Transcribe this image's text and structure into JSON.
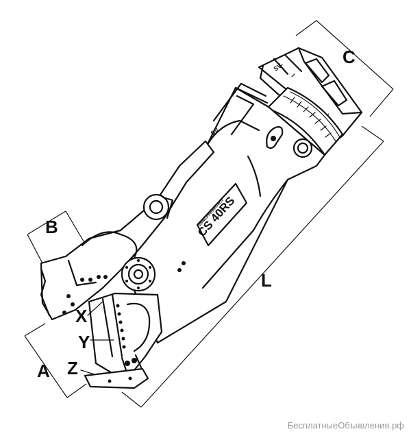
{
  "dimensions": {
    "A": "A",
    "B": "B",
    "C": "C",
    "L": "L",
    "X": "X",
    "Y": "Y",
    "Z": "Z"
  },
  "plate": {
    "model": "CS 40RS",
    "url": "www.trevibenne.it"
  },
  "watermark": "БесплатныеОбъявления.рф"
}
